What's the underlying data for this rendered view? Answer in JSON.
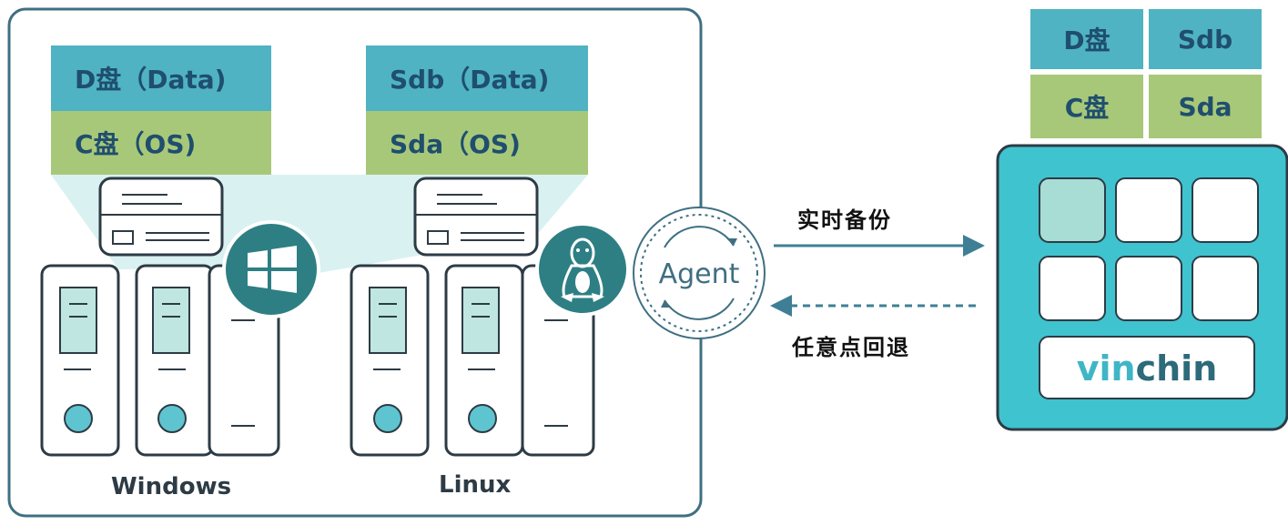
{
  "windows": {
    "disk_data_label": "D盘（Data)",
    "disk_os_label": "C盘（OS)",
    "os_name": "Windows"
  },
  "linux": {
    "disk_data_label": "Sdb（Data)",
    "disk_os_label": "Sda（OS)",
    "os_name": "Linux"
  },
  "agent": {
    "label": "Agent"
  },
  "arrows": {
    "backup_label": "实时备份",
    "restore_label": "任意点回退"
  },
  "storage": {
    "disks": [
      "D盘",
      "Sdb",
      "C盘",
      "Sda"
    ],
    "brand_prefix": "vin",
    "brand_suffix": "chin"
  },
  "colors": {
    "teal": "#4fb3c3",
    "green": "#a8c879",
    "dark_teal": "#2e7f84",
    "frame": "#3f6f82",
    "text": "#1f4e6e"
  }
}
